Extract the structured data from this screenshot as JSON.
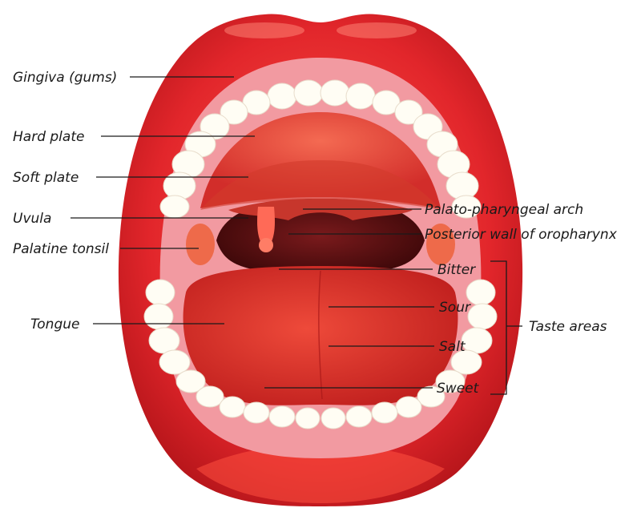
{
  "colors": {
    "lip": "#d81f26",
    "lip_dark": "#b01419",
    "gum": "#f3a0a6",
    "palate": "#e8433c",
    "throat": "#5c0e12",
    "tongue": "#e2392f",
    "teeth": "#fffdf4",
    "uvula": "#ff6a57"
  },
  "labels": {
    "gingiva": "Gingiva (gums)",
    "hard_plate": "Hard plate",
    "soft_plate": "Soft plate",
    "uvula": "Uvula",
    "palatine_tonsil": "Palatine tonsil",
    "tongue": "Tongue",
    "palato_pharyngeal_arch": "Palato-pharyngeal arch",
    "posterior_wall": "Posterior wall of oropharynx",
    "bitter": "Bitter",
    "sour": "Sour",
    "salt": "Salt",
    "sweet": "Sweet",
    "taste_areas": "Taste areas"
  }
}
